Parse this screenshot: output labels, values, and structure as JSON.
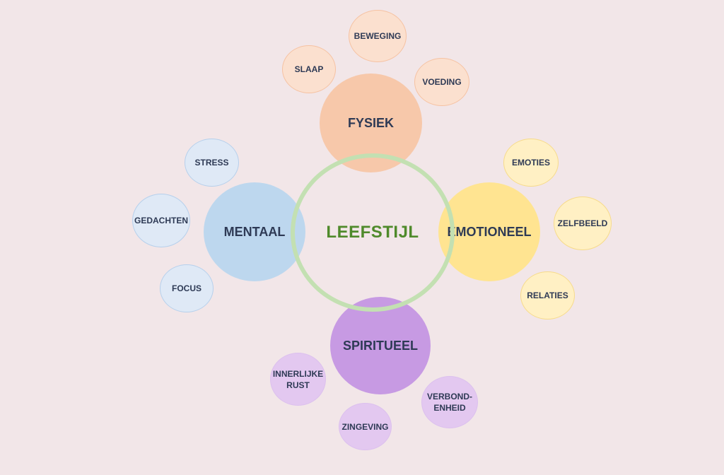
{
  "center": {
    "label": "LEEFSTIJL",
    "ring_color": "#c3e0b2",
    "label_color": "#4f8a2b"
  },
  "nodes": {
    "fysiek": {
      "label": "FYSIEK",
      "color": "#f7c8aa",
      "children": [
        "SLAAP",
        "BEWEGING",
        "VOEDING"
      ]
    },
    "mentaal": {
      "label": "MENTAAL",
      "color": "#bdd7ee",
      "children": [
        "STRESS",
        "GEDACHTEN",
        "FOCUS"
      ]
    },
    "emotioneel": {
      "label": "EMOTIONEEL",
      "color": "#ffe491",
      "children": [
        "EMOTIES",
        "ZELFBEELD",
        "RELATIES"
      ]
    },
    "spiritueel": {
      "label": "SPIRITUEEL",
      "color": "#c79ae3",
      "children": [
        "INNERLIJKE\nRUST",
        "ZINGEVING",
        "VERBOND-\nENHEID"
      ]
    }
  }
}
